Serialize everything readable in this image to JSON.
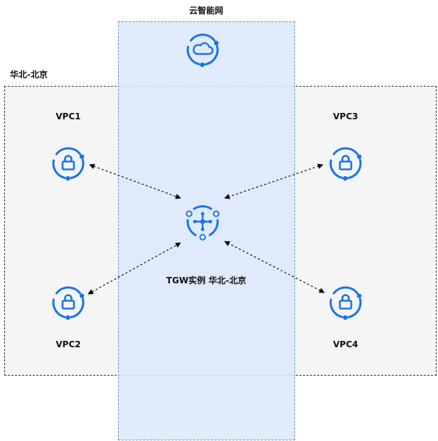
{
  "region": {
    "label": "华北-北京"
  },
  "cloud_network": {
    "label": "云智能网",
    "icon": "cloud-icon"
  },
  "vpcs": [
    {
      "id": "vpc1",
      "label": "VPC1",
      "icon": "lock-vpc-icon"
    },
    {
      "id": "vpc2",
      "label": "VPC2",
      "icon": "lock-vpc-icon"
    },
    {
      "id": "vpc3",
      "label": "VPC3",
      "icon": "lock-vpc-icon"
    },
    {
      "id": "vpc4",
      "label": "VPC4",
      "icon": "lock-vpc-icon"
    }
  ],
  "tgw": {
    "label": "TGW实例 华北-北京",
    "icon": "network-hub-icon"
  },
  "connections": [
    {
      "from": "vpc1",
      "to": "tgw",
      "style": "dashed-bidirectional"
    },
    {
      "from": "vpc2",
      "to": "tgw",
      "style": "dashed-bidirectional"
    },
    {
      "from": "vpc3",
      "to": "tgw",
      "style": "dashed-bidirectional"
    },
    {
      "from": "vpc4",
      "to": "tgw",
      "style": "dashed-bidirectional"
    }
  ],
  "colors": {
    "icon_blue": "#1a73e8",
    "band_fill": "#dae8fc",
    "band_border": "#6c8ebf",
    "region_fill": "#f5f5f5",
    "connector": "#000000"
  }
}
